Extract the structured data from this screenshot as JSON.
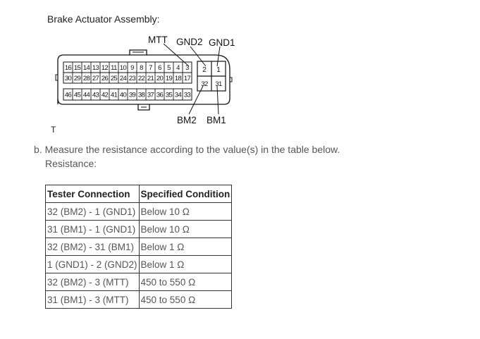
{
  "title": "Brake Actuator Assembly:",
  "connector": {
    "labels": {
      "mtt": "MTT",
      "gnd2": "GND2",
      "gnd1": "GND1",
      "bm2": "BM2",
      "bm1": "BM1"
    },
    "row1": [
      "16",
      "15",
      "14",
      "13",
      "12",
      "11",
      "10",
      "9",
      "8",
      "7",
      "6",
      "5",
      "4",
      "3"
    ],
    "row2": [
      "30",
      "29",
      "28",
      "27",
      "26",
      "25",
      "24",
      "23",
      "22",
      "21",
      "20",
      "19",
      "18",
      "17"
    ],
    "row3": [
      "46",
      "45",
      "44",
      "43",
      "42",
      "41",
      "40",
      "39",
      "38",
      "37",
      "36",
      "35",
      "34",
      "33"
    ],
    "large_pins": {
      "top_left": "2",
      "top_right": "1",
      "bottom_left": "32",
      "bottom_right": "31"
    },
    "side_mark": "T"
  },
  "instructions": {
    "step": "b. Measure the resistance according to the value(s) in the table below.",
    "subtitle": "Resistance:"
  },
  "table": {
    "headers": [
      "Tester Connection",
      "Specified Condition"
    ],
    "rows": [
      [
        "32 (BM2) - 1 (GND1)",
        "Below 10 Ω"
      ],
      [
        "31 (BM1) - 1 (GND1)",
        "Below 10 Ω"
      ],
      [
        "32 (BM2) - 31 (BM1)",
        "Below 1 Ω"
      ],
      [
        "1 (GND1) - 2 (GND2)",
        "Below 1 Ω"
      ],
      [
        "32 (BM2) - 3 (MTT)",
        "450 to 550 Ω"
      ],
      [
        "31 (BM1) - 3 (MTT)",
        "450 to 550 Ω"
      ]
    ]
  }
}
